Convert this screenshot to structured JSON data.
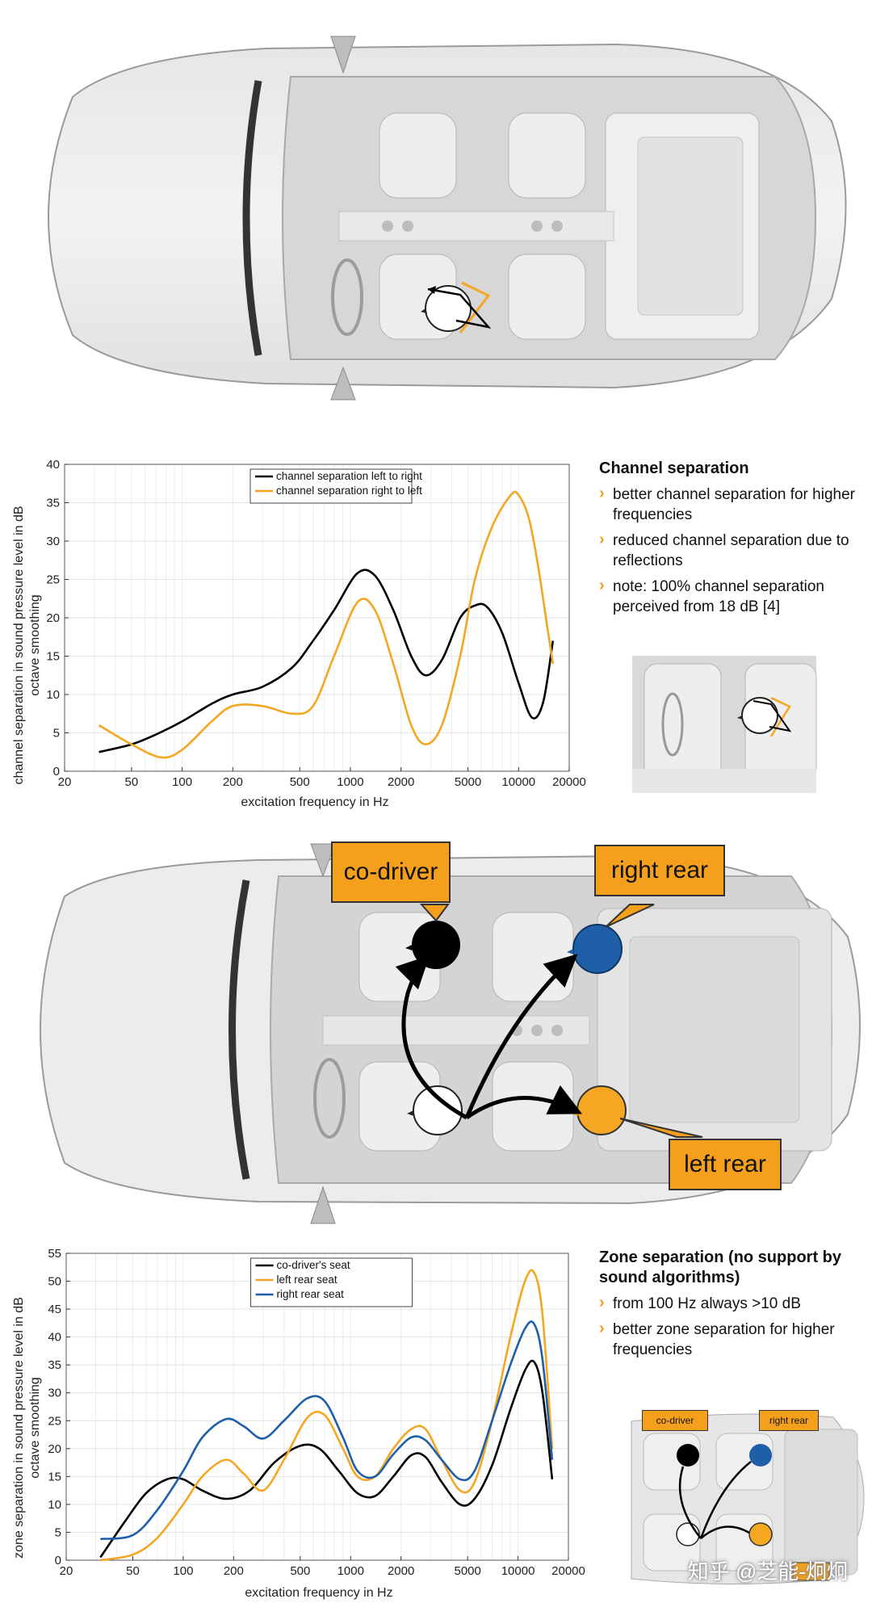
{
  "chart1": {
    "bullets_title": "Channel separation",
    "bullets": [
      "better channel separation for higher frequencies",
      "reduced channel separation due to reflections",
      "note: 100% channel separation perceived from 18 dB [4]"
    ]
  },
  "chart2": {
    "bullets_title": "Zone separation (no support by sound algorithms)",
    "bullets": [
      "from 100 Hz always >10 dB",
      "better zone separation for higher frequencies"
    ]
  },
  "diagram": {
    "callouts": {
      "co_driver": "co-driver",
      "right_rear": "right rear",
      "left_rear": "left rear"
    }
  },
  "mini_diagram": {
    "callouts": {
      "co_driver": "co-driver",
      "right_rear": "right rear"
    }
  },
  "colors": {
    "orange": "#f5a623",
    "black": "#000000",
    "blue": "#1f5fa8",
    "grid": "#e3e3e3"
  },
  "watermark": "知乎 @芝能-炯炯",
  "chart_data": [
    {
      "type": "line",
      "title": "",
      "xlabel": "excitation frequency in Hz",
      "ylabel": "channel separation in sound pressure level in dB",
      "ylabel2": "octave smoothing",
      "x_scale": "log",
      "xlim": [
        20,
        20000
      ],
      "ylim": [
        0,
        40
      ],
      "xticks": [
        20,
        50,
        100,
        200,
        500,
        1000,
        2000,
        5000,
        10000,
        20000
      ],
      "yticks": [
        0,
        5,
        10,
        15,
        20,
        25,
        30,
        35,
        40
      ],
      "grid": true,
      "legend": "top-center",
      "series": [
        {
          "name": "channel separation left to right",
          "color": "#000000",
          "x": [
            32,
            50,
            70,
            100,
            150,
            200,
            300,
            450,
            600,
            800,
            1100,
            1400,
            1800,
            2300,
            2800,
            3500,
            4500,
            5500,
            6500,
            8000,
            10000,
            12000,
            14000,
            16000
          ],
          "y": [
            2.5,
            3.5,
            4.8,
            6.5,
            8.8,
            10,
            11,
            13.5,
            17,
            21,
            25.8,
            25.5,
            21,
            15,
            12.5,
            14.5,
            20,
            21.6,
            21.4,
            18,
            11.5,
            7,
            9,
            17
          ]
        },
        {
          "name": "channel separation right to left",
          "color": "#f5a623",
          "x": [
            32,
            50,
            75,
            100,
            150,
            200,
            300,
            450,
            600,
            800,
            1100,
            1400,
            1800,
            2300,
            2800,
            3500,
            4500,
            5500,
            7000,
            9000,
            10000,
            11500,
            13000,
            15000,
            16000
          ],
          "y": [
            6,
            3.5,
            1.8,
            2.8,
            6.5,
            8.5,
            8.5,
            7.5,
            8.5,
            15,
            22,
            21,
            14,
            6,
            3.5,
            6,
            15,
            25,
            32,
            36,
            36,
            33,
            27,
            18,
            14
          ]
        }
      ]
    },
    {
      "type": "line",
      "title": "",
      "xlabel": "excitation frequency in Hz",
      "ylabel": "zone separation in sound pressure level in dB",
      "ylabel2": "octave smoothing",
      "x_scale": "log",
      "xlim": [
        20,
        20000
      ],
      "ylim": [
        0,
        55
      ],
      "xticks": [
        20,
        50,
        100,
        200,
        500,
        1000,
        2000,
        5000,
        10000,
        20000
      ],
      "yticks": [
        0,
        5,
        10,
        15,
        20,
        25,
        30,
        35,
        40,
        45,
        50,
        55
      ],
      "grid": true,
      "legend": "top-center",
      "series": [
        {
          "name": "co-driver's seat",
          "color": "#000000",
          "x": [
            32,
            45,
            60,
            80,
            100,
            130,
            180,
            250,
            350,
            500,
            650,
            850,
            1100,
            1400,
            1800,
            2300,
            2800,
            3500,
            4500,
            5500,
            7000,
            9000,
            11000,
            12500,
            14000,
            16000
          ],
          "y": [
            0.5,
            7,
            12,
            14.5,
            14.5,
            12.5,
            11,
            12.5,
            17.5,
            20.5,
            20,
            16,
            12,
            11.5,
            15,
            18.8,
            18.5,
            14,
            10,
            11,
            17,
            27,
            34,
            35.5,
            30,
            14.5
          ]
        },
        {
          "name": "left rear seat",
          "color": "#f5a623",
          "x": [
            32,
            50,
            70,
            100,
            130,
            180,
            230,
            300,
            400,
            550,
            700,
            900,
            1100,
            1400,
            1800,
            2300,
            2800,
            3500,
            4500,
            5500,
            7000,
            9000,
            11000,
            12500,
            14000,
            16000
          ],
          "y": [
            0,
            1,
            4,
            10,
            15,
            18,
            15.5,
            12.5,
            18,
            25.5,
            26,
            20,
            15,
            15,
            20,
            23.5,
            23.5,
            18,
            12.5,
            14,
            25,
            40,
            50,
            51.5,
            44,
            20
          ]
        },
        {
          "name": "right rear seat",
          "color": "#1f5fa8",
          "x": [
            32,
            50,
            70,
            100,
            130,
            180,
            230,
            300,
            400,
            550,
            700,
            900,
            1100,
            1400,
            1800,
            2300,
            2800,
            3500,
            4500,
            5500,
            7000,
            9000,
            11000,
            12500,
            14000,
            16000
          ],
          "y": [
            3.8,
            4.5,
            9,
            16,
            22,
            25.3,
            24,
            21.8,
            25,
            29,
            28.5,
            22,
            16,
            15,
            19,
            22,
            21.5,
            18,
            14.5,
            16,
            25,
            35,
            41.5,
            42.3,
            36,
            18
          ]
        }
      ]
    }
  ]
}
